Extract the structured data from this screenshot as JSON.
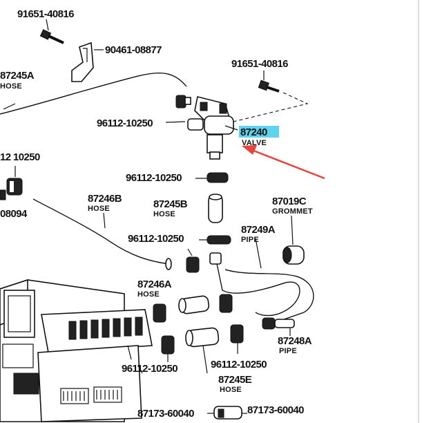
{
  "callouts": {
    "bolt_top": {
      "number": "91651-40816"
    },
    "bracket": {
      "number": "90461-08877"
    },
    "hose_upper": {
      "number": "87245A",
      "name": "HOSE"
    },
    "bolt_right": {
      "number": "91651-40816"
    },
    "clamp_valve": {
      "number": "96112-10250"
    },
    "valve": {
      "number": "87240",
      "name": "VALVE",
      "highlight": "#5fd3ee"
    },
    "clamp_left": {
      "number": "12 10250"
    },
    "part_left": {
      "number": "08094"
    },
    "clamp_mid_top": {
      "number": "96112-10250"
    },
    "hose_b": {
      "number": "87245B",
      "name": "HOSE"
    },
    "grommet": {
      "number": "87019C",
      "name": "GROMMET"
    },
    "hose_long": {
      "number": "87246B",
      "name": "HOSE"
    },
    "clamp_mid": {
      "number": "96112-10250"
    },
    "pipe_a": {
      "number": "87249A",
      "name": "PIPE"
    },
    "hose_a": {
      "number": "87246A",
      "name": "HOSE"
    },
    "pipe_b": {
      "number": "87248A",
      "name": "PIPE"
    },
    "clamp_bl": {
      "number": "96112-10250"
    },
    "clamp_br": {
      "number": "96112-10250"
    },
    "hose_e": {
      "number": "87245E",
      "name": "HOSE"
    },
    "part_bottom_left": {
      "number": "87173-60040"
    },
    "part_bottom_right": {
      "number": "87173-60040"
    }
  },
  "annotation": {
    "arrow_color": "#e8453c"
  }
}
